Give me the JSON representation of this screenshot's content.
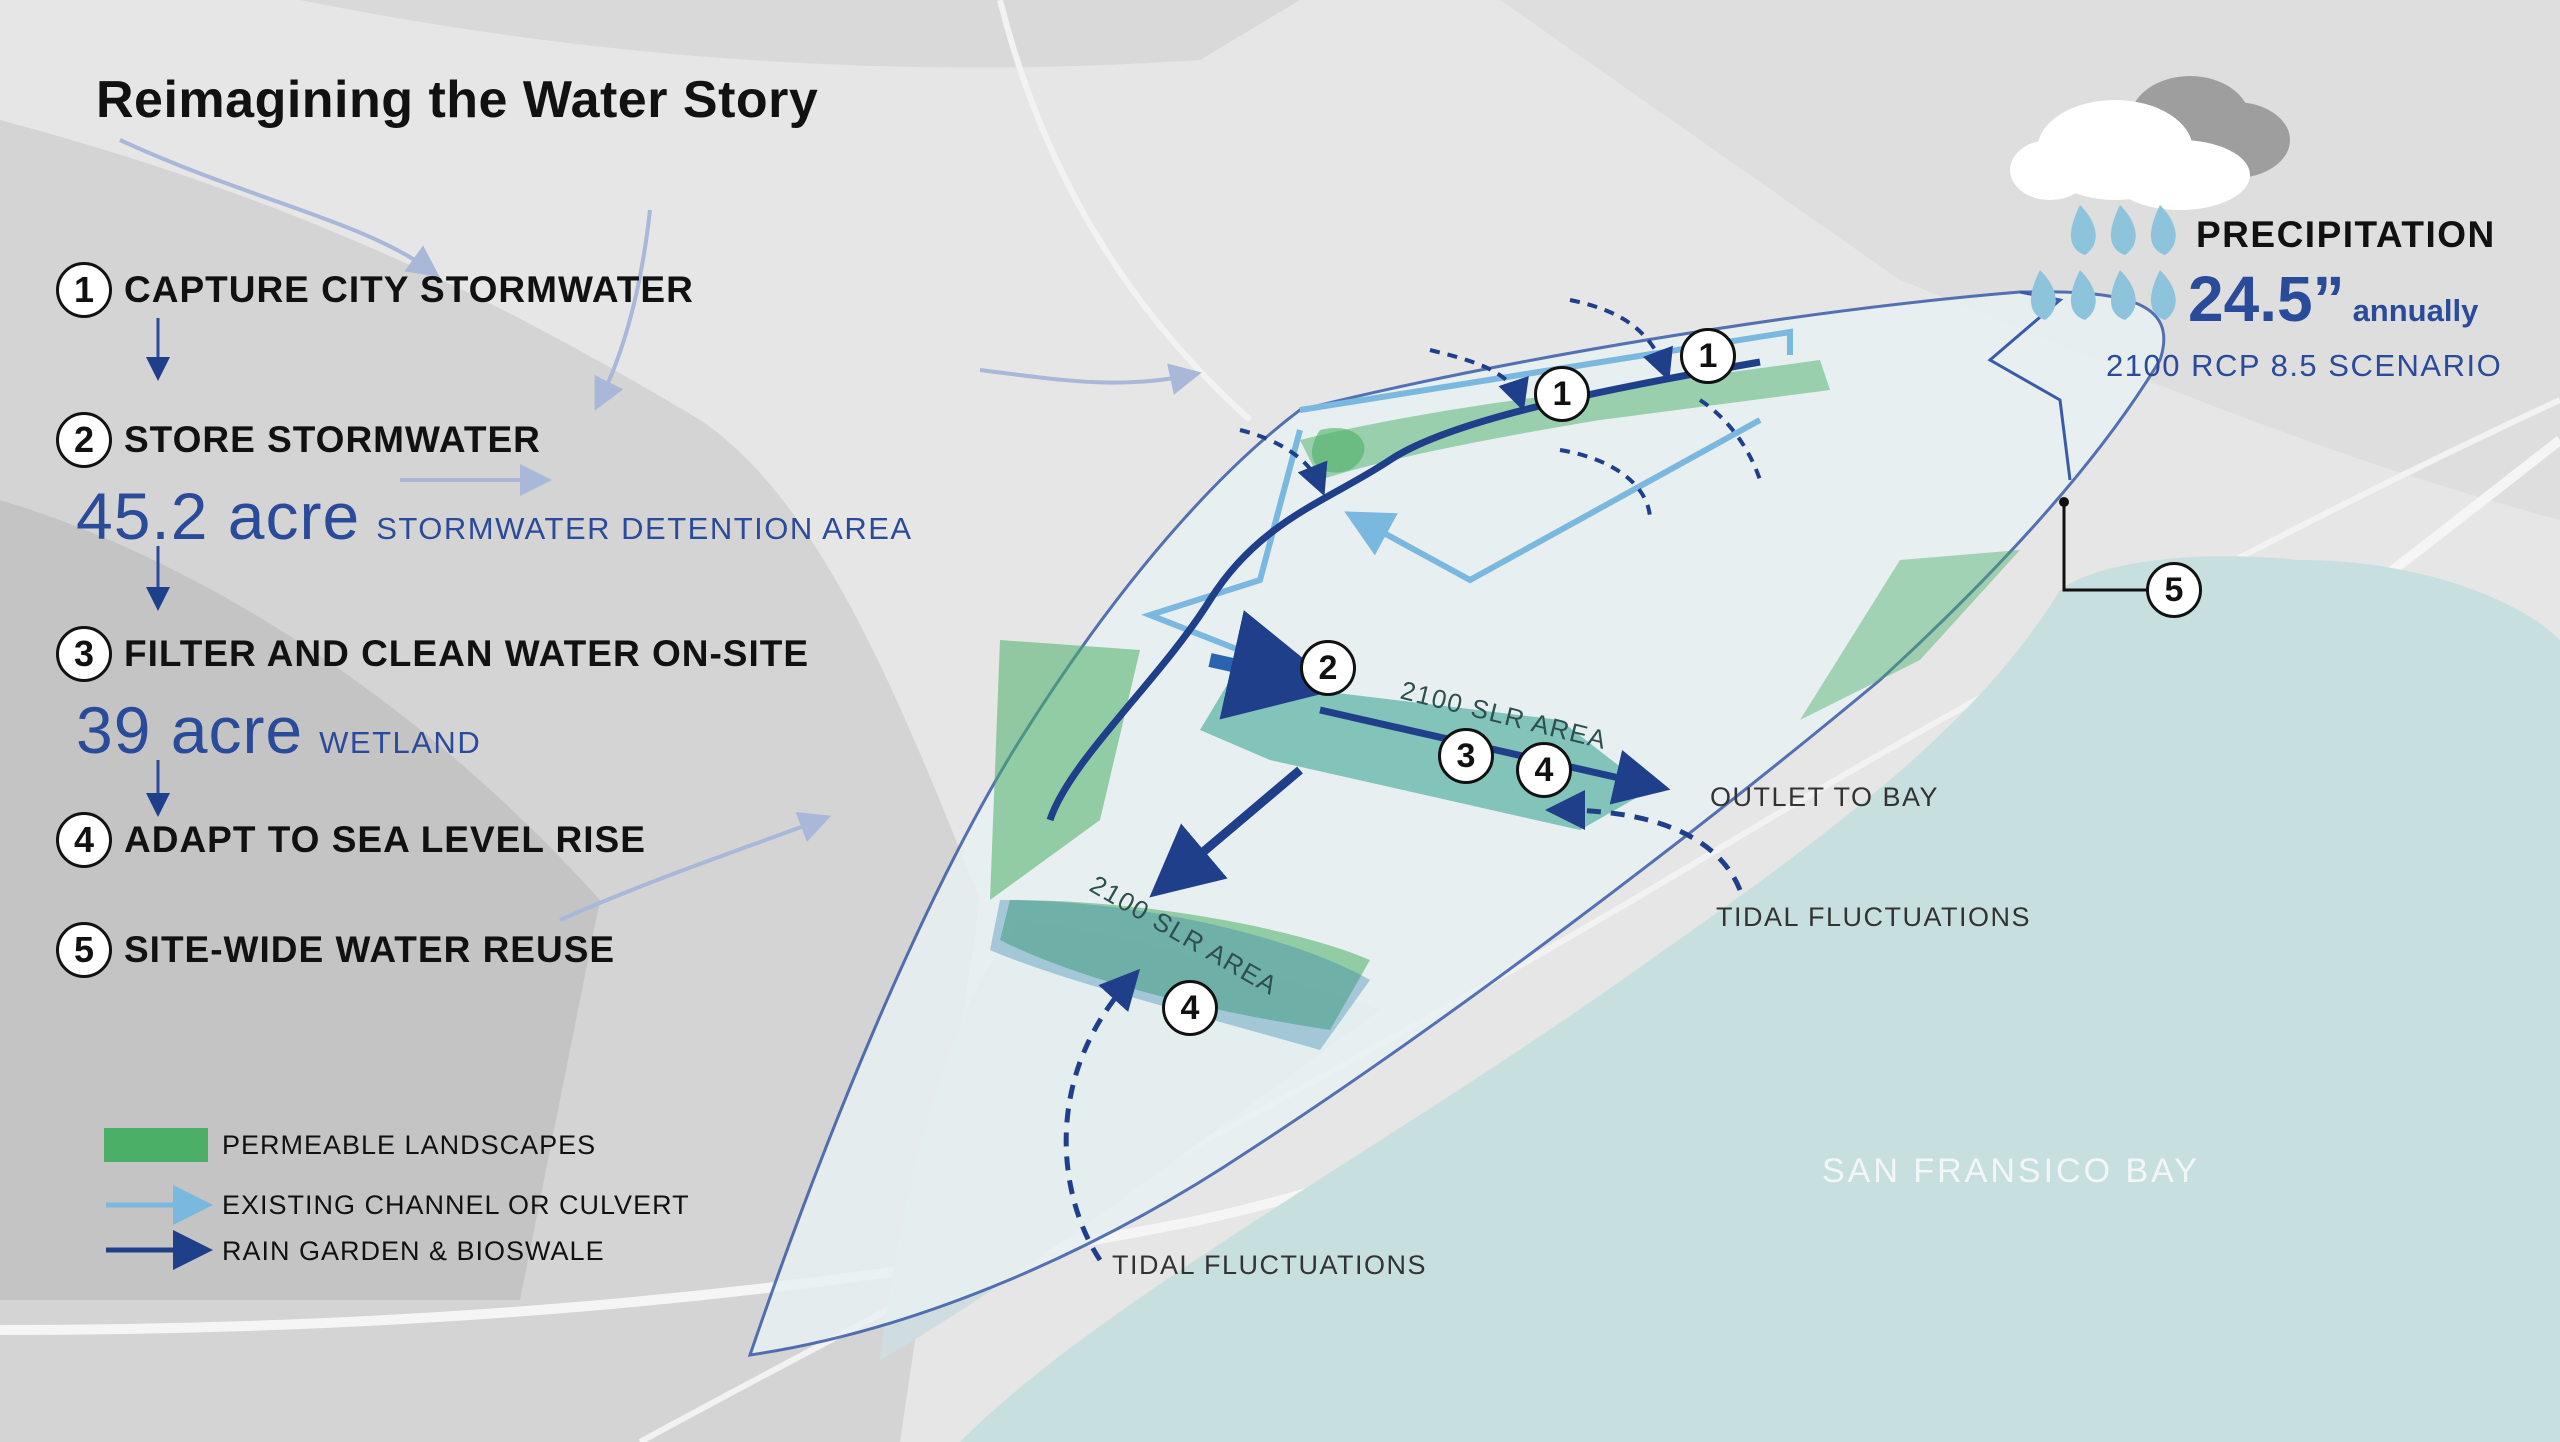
{
  "title": "Reimagining the Water Story",
  "steps": [
    {
      "num": "1",
      "label": "CAPTURE CITY STORMWATER"
    },
    {
      "num": "2",
      "label": "STORE STORMWATER"
    },
    {
      "num": "3",
      "label": "FILTER AND CLEAN WATER ON-SITE"
    },
    {
      "num": "4",
      "label": "ADAPT TO SEA LEVEL RISE"
    },
    {
      "num": "5",
      "label": "SITE-WIDE WATER REUSE"
    }
  ],
  "stats": {
    "storage": {
      "value": "45.2 acre",
      "unit": "STORMWATER DETENTION AREA"
    },
    "wetland": {
      "value": "39 acre",
      "unit": "WETLAND"
    }
  },
  "legend": [
    {
      "label": "PERMEABLE LANDSCAPES",
      "color": "#4caf68"
    },
    {
      "label": "EXISTING CHANNEL OR CULVERT",
      "color": "#7ab8e0"
    },
    {
      "label": "RAIN GARDEN & BIOSWALE",
      "color": "#1f3f8a"
    }
  ],
  "precipitation": {
    "title": "PRECIPITATION",
    "value": "24.5”",
    "unit": "annually",
    "scenario": "2100 RCP 8.5 SCENARIO"
  },
  "map_labels": {
    "outlet": "OUTLET TO BAY",
    "tidal_right": "TIDAL FLUCTUATIONS",
    "tidal_bottom": "TIDAL FLUCTUATIONS",
    "bay": "SAN FRANSICO BAY",
    "slr_upper": "2100 SLR AREA",
    "slr_lower": "2100 SLR AREA"
  },
  "map_badges": [
    "1",
    "1",
    "2",
    "3",
    "4",
    "4",
    "5"
  ],
  "colors": {
    "accent_blue": "#2a4a9a",
    "dark_blue": "#1f3f8a",
    "light_blue": "#7ab8e0",
    "green": "#4caf68",
    "bay": "#c8dfdf"
  }
}
